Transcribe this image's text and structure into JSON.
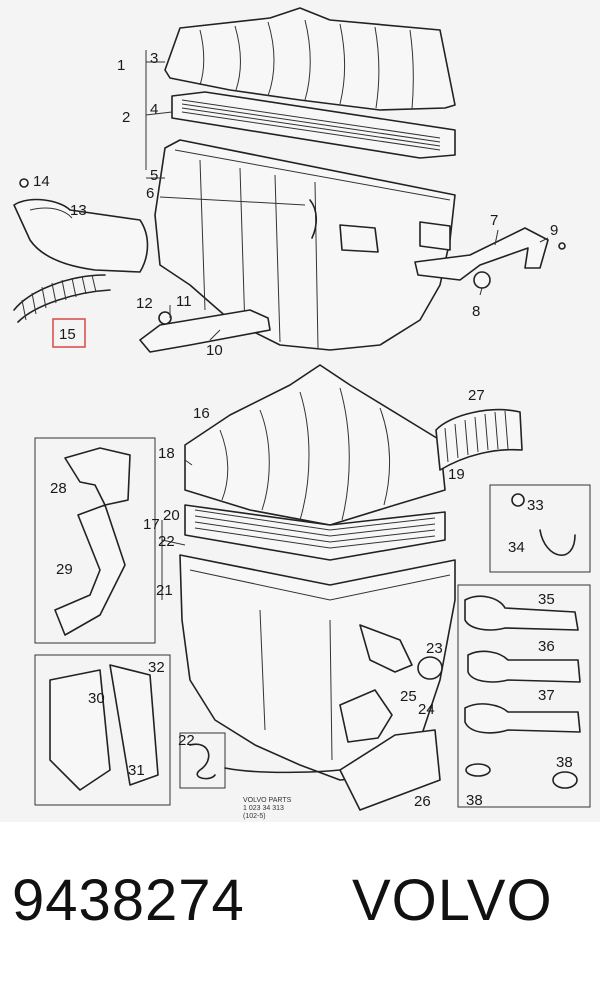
{
  "diagram": {
    "callouts": [
      "1",
      "2",
      "3",
      "4",
      "5",
      "6",
      "7",
      "8",
      "9",
      "10",
      "11",
      "12",
      "13",
      "14",
      "15",
      "16",
      "17",
      "18",
      "19",
      "20",
      "21",
      "22",
      "22",
      "22",
      "23",
      "24",
      "25",
      "26",
      "27",
      "28",
      "29",
      "30",
      "31",
      "32",
      "33",
      "34",
      "35",
      "36",
      "37",
      "38",
      "38"
    ],
    "highlighted_callout": "15",
    "stamp_lines": [
      "VOLVO  PARTS",
      "1  023  34 313",
      "(102-5)"
    ]
  },
  "footer": {
    "part_number": "9438274",
    "brand": "VOLVO"
  },
  "colors": {
    "highlight": "#d9534f",
    "line": "#222222",
    "background": "#f4f4f4"
  }
}
